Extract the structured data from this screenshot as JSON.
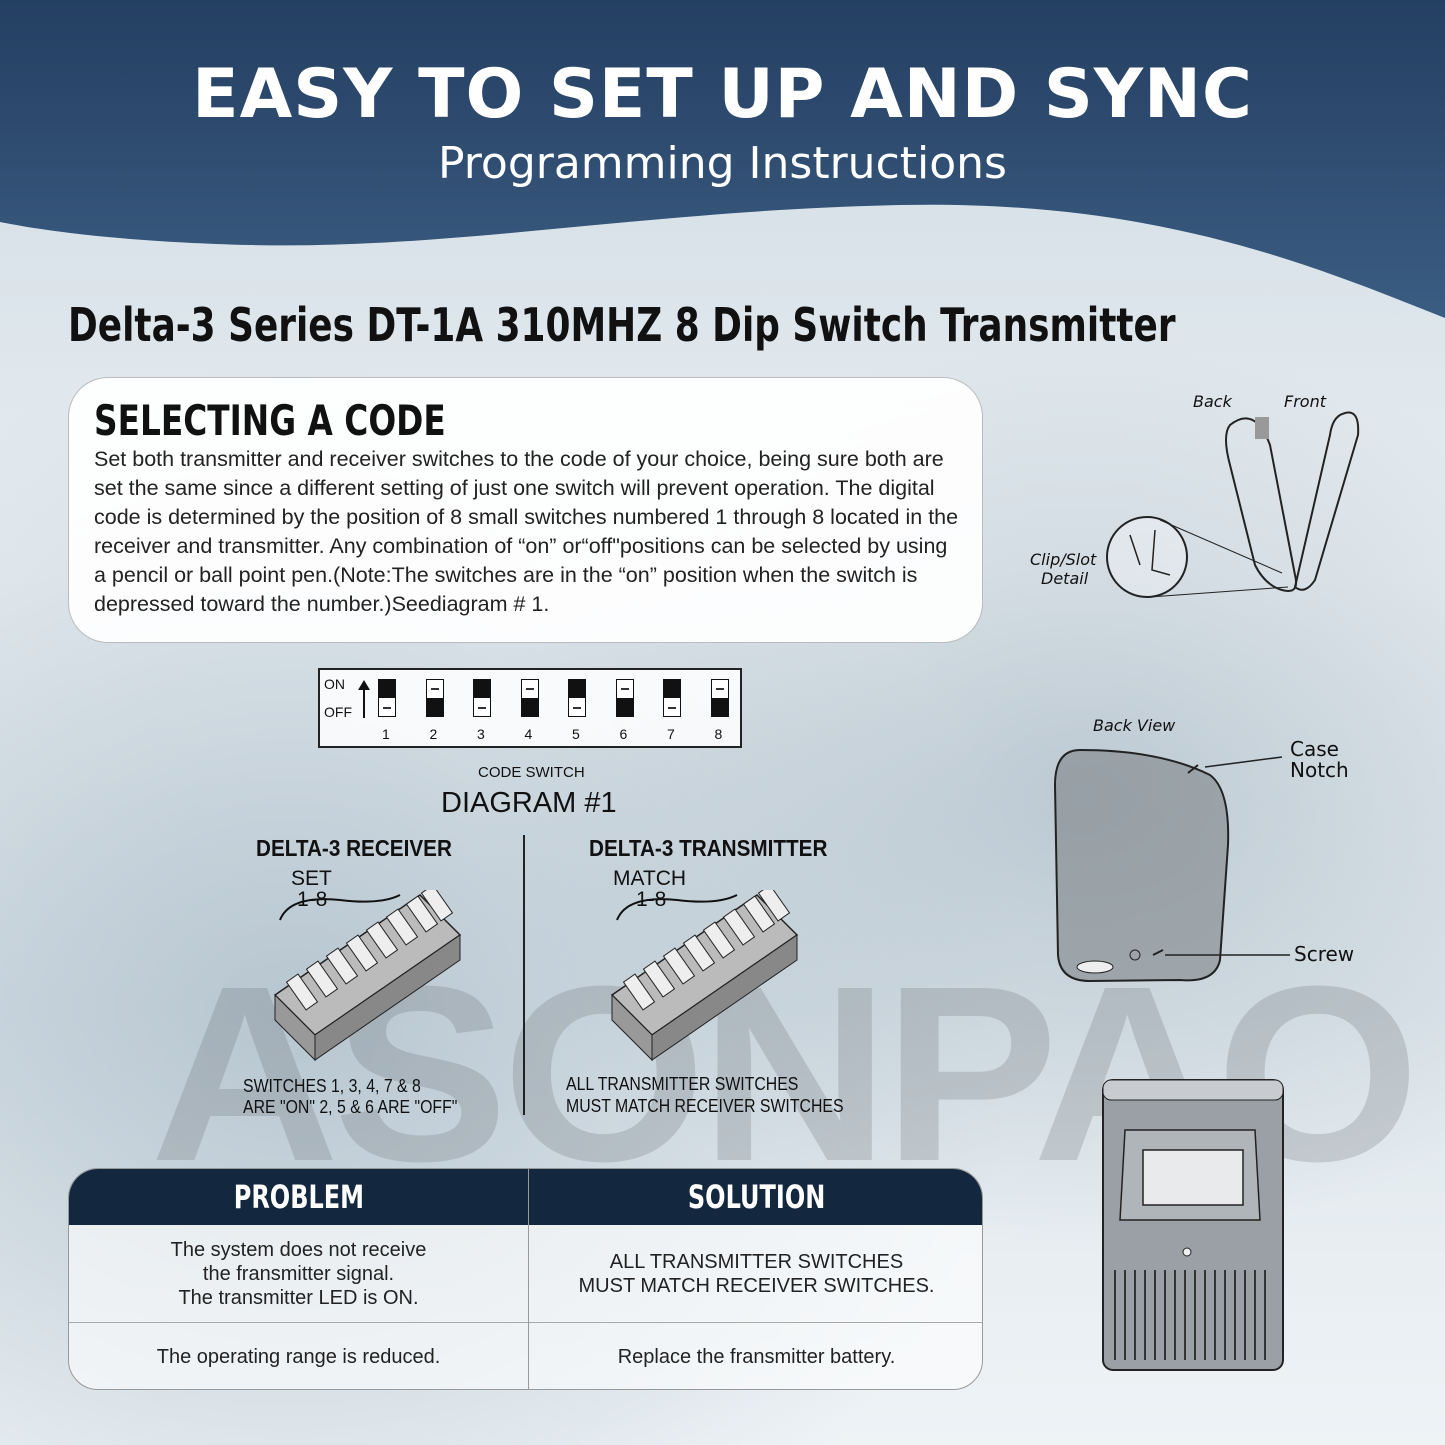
{
  "header": {
    "title": "EASY TO SET UP  AND SYNC",
    "subtitle": "Programming Instructions"
  },
  "product_title": "Delta-3 Series DT-1A 310MHZ 8 Dip Switch Transmitter",
  "selecting_code": {
    "heading": "SELECTING A CODE",
    "body": "Set both transmitter and receiver switches to the code of your choice, being sure both are set the same since a different setting of just one switch will prevent operation. The digital code is determined by the position of 8 small switches numbered 1 through 8 located in the receiver and transmitter. Any combination of “on” or“off\"positions can be selected by using a pencil or ball point pen.(Note:The switches are in the “on” position when the switch is depressed toward the number.)Seediagram # 1."
  },
  "code_switch": {
    "on_label": "ON",
    "off_label": "OFF",
    "switches": [
      {
        "number": "1",
        "state": "on"
      },
      {
        "number": "2",
        "state": "off"
      },
      {
        "number": "3",
        "state": "on"
      },
      {
        "number": "4",
        "state": "off"
      },
      {
        "number": "5",
        "state": "on"
      },
      {
        "number": "6",
        "state": "off"
      },
      {
        "number": "7",
        "state": "on"
      },
      {
        "number": "8",
        "state": "off"
      }
    ],
    "caption": "CODE SWITCH",
    "diagram_label": "DIAGRAM #1"
  },
  "receiver": {
    "heading": "DELTA-3 RECEIVER",
    "bracket_label_1": "SET",
    "bracket_label_2": "1-8",
    "note_1": "SWITCHES 1, 3, 4, 7 & 8",
    "note_2": "ARE \"ON\"  2, 5 & 6 ARE \"OFF\""
  },
  "transmitter": {
    "heading": "DELTA-3 TRANSMITTER",
    "bracket_label_1": "MATCH",
    "bracket_label_2": "1-8",
    "note_1": "ALL TRANSMITTER SWITCHES",
    "note_2": "MUST MATCH RECEIVER SWITCHES"
  },
  "illustrations": {
    "back": "Back",
    "front": "Front",
    "clip_slot_1": "Clip/Slot",
    "clip_slot_2": "Detail",
    "back_view": "Back View",
    "case_1": "Case",
    "case_2": "Notch",
    "screw": "Screw"
  },
  "watermark": "ASONPAO",
  "table": {
    "headers": [
      "PROBLEM",
      "SOLUTION"
    ],
    "rows": [
      [
        "The system does not receive\nthe fransmitter signal.\nThe transmitter LED is ON.",
        "ALL TRANSMITTER SWITCHES\nMUST MATCH RECEIVER SWITCHES."
      ],
      [
        "The operating range is reduced.",
        "Replace the fransmitter battery."
      ]
    ]
  },
  "colors": {
    "header_blue": "#2c4a6e",
    "table_header": "#13273f"
  }
}
